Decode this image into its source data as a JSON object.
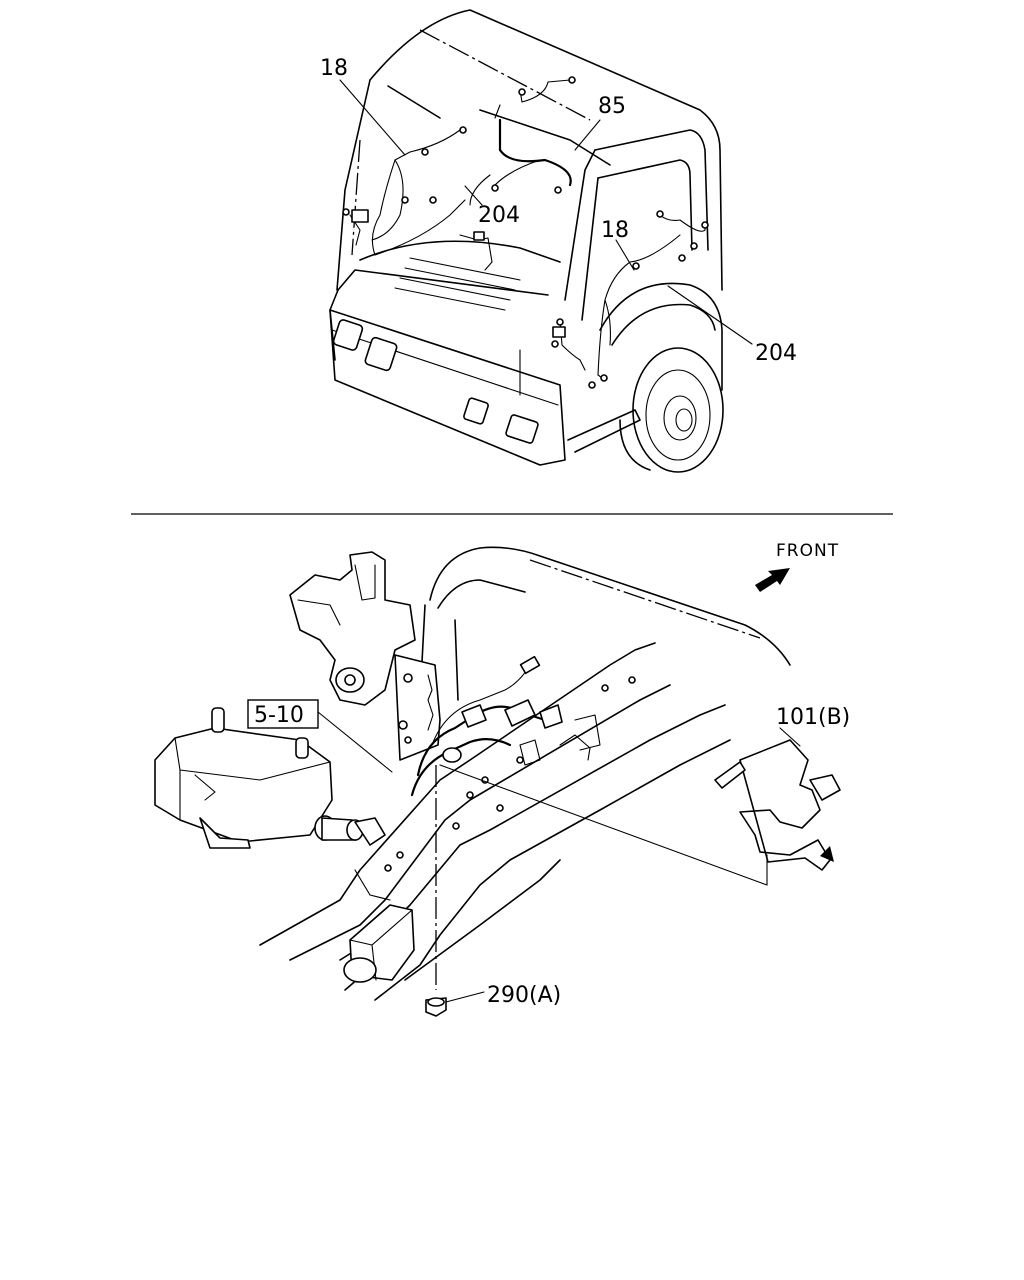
{
  "upper_view": {
    "callouts": [
      "18",
      "85",
      "204",
      "18",
      "204"
    ]
  },
  "lower_view": {
    "direction_label": "FRONT",
    "reference_box": "5-10",
    "callouts": [
      "101(B)",
      "290(A)"
    ]
  }
}
